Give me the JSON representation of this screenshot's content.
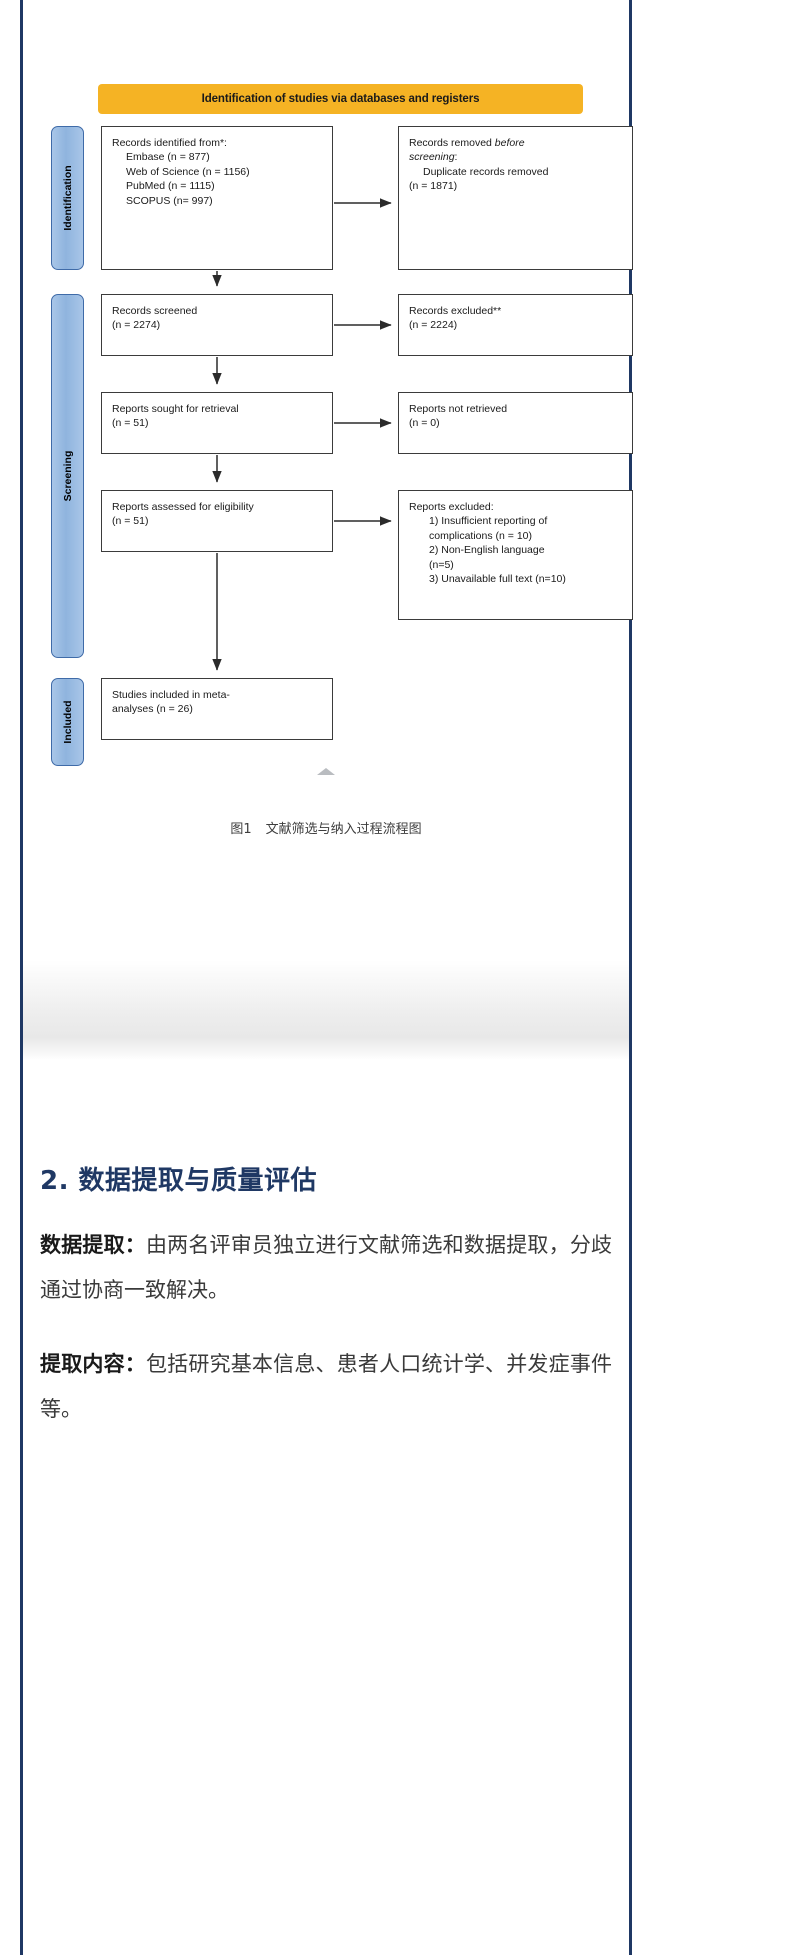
{
  "figure": {
    "banner_label": "Identification of studies via databases and registers",
    "side_tabs": [
      {
        "id": "identification",
        "label": "Identification"
      },
      {
        "id": "screening",
        "label": "Screening"
      },
      {
        "id": "included",
        "label": "Included"
      }
    ],
    "boxes": {
      "identified": {
        "title": "Records identified from*:",
        "items": [
          "Embase (n = 877)",
          "Web of Science (n = 1156)",
          "PubMed (n = 1115)",
          "SCOPUS (n= 997)"
        ]
      },
      "removed": {
        "title_a": "Records removed ",
        "title_b": "before",
        "title_c": "screening",
        "title_d": ":",
        "items": [
          "Duplicate records removed",
          "(n = 1871)"
        ]
      },
      "screened": {
        "line1": "Records screened",
        "line2": "(n = 2274)"
      },
      "excluded1": {
        "line1": "Records excluded**",
        "line2": "(n = 2224)"
      },
      "sought": {
        "line1": "Reports sought for retrieval",
        "line2": "(n = 51)"
      },
      "not_retrieved": {
        "line1": "Reports not retrieved",
        "line2": "(n = 0)"
      },
      "assessed": {
        "line1": "Reports assessed for eligibility",
        "line2": "(n = 51)"
      },
      "excluded2": {
        "title": "Reports excluded:",
        "items": [
          "1) Insufficient reporting of",
          "complications (n = 10)",
          "2) Non-English language",
          "(n=5)",
          "3) Unavailable full text (n=10)"
        ]
      },
      "included": {
        "line1": "Studies included in meta-",
        "line2": "analyses (n = 26)"
      }
    },
    "caption_label": "图1",
    "caption_text": "文献筛选与纳入过程流程图",
    "colors": {
      "banner": "#f5b324",
      "tab_fill": "#8fb4de",
      "tab_border": "#3f6ba8",
      "box_border": "#3b3b3b",
      "arrow": "#2b2b2b"
    }
  },
  "article": {
    "heading": "2. 数据提取与质量评估",
    "paragraphs": [
      {
        "lead": "数据提取：",
        "body": "由两名评审员独立进行文献筛选和数据提取，分歧通过协商一致解决。"
      },
      {
        "lead": "提取内容：",
        "body": "包括研究基本信息、患者人口统计学、并发症事件等。"
      }
    ]
  }
}
